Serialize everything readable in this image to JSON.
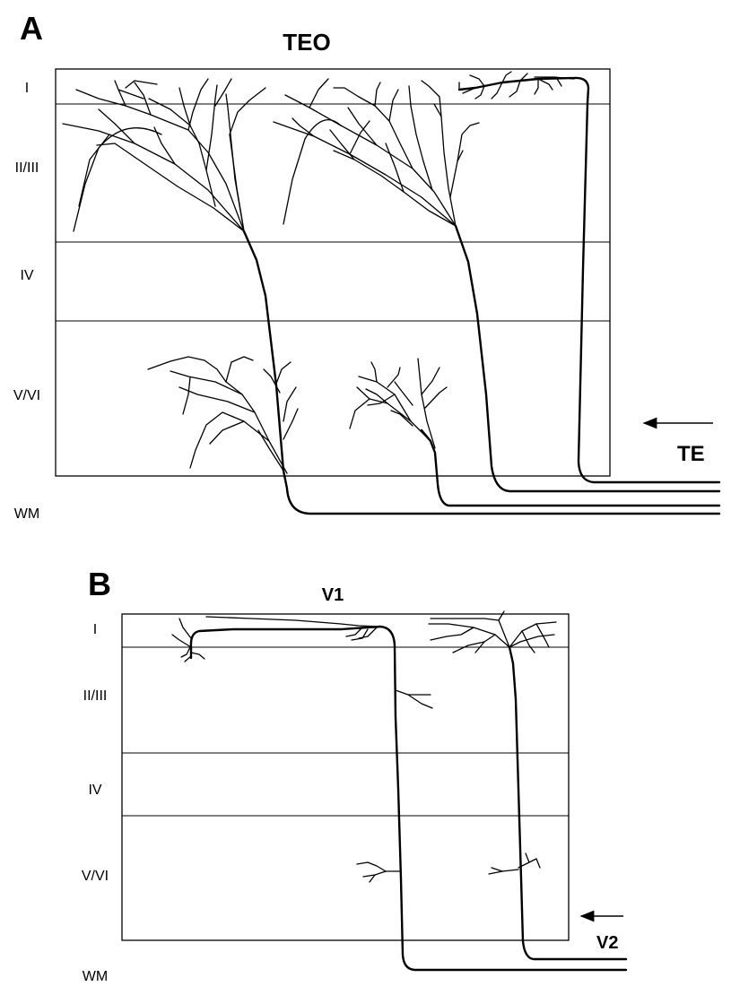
{
  "panel_a": {
    "letter": "A",
    "area": "TEO",
    "layers": [
      "I",
      "II/III",
      "IV",
      "V/VI",
      "WM"
    ],
    "source": "TE"
  },
  "panel_b": {
    "letter": "B",
    "area": "V1",
    "layers": [
      "I",
      "II/III",
      "IV",
      "V/VI",
      "WM"
    ],
    "source": "V2"
  }
}
